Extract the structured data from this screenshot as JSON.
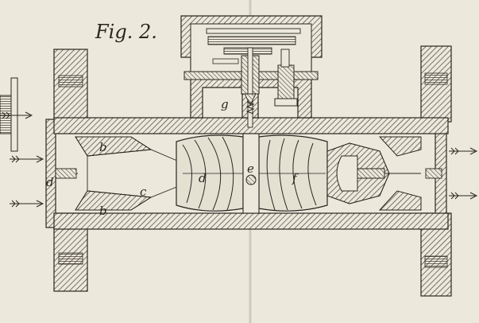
{
  "figure": {
    "title": "Fig. 2."
  },
  "labels": {
    "b_top": "b",
    "b_bottom": "b",
    "c": "c",
    "d_left": "d",
    "d_rotor": "d",
    "e": "e",
    "f": "f",
    "g": "g"
  },
  "colors": {
    "paper": "#ece9dc",
    "ink": "#2a2620",
    "hatch": "#3b352c",
    "wash": "#d6d2c3"
  }
}
